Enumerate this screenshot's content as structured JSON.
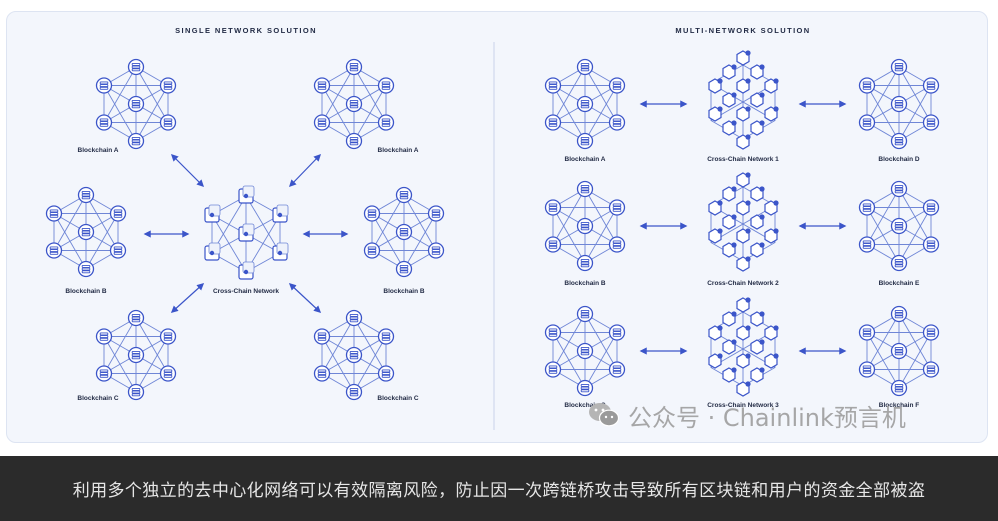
{
  "diagram": {
    "left": {
      "title": "SINGLE NETWORK SOLUTION",
      "labels": {
        "a1": "Blockchain A",
        "a2": "Blockchain A",
        "b1": "Blockchain B",
        "ccn": "Cross-Chain Network",
        "b2": "Blockchain B",
        "c1": "Blockchain C",
        "c2": "Blockchain C"
      }
    },
    "right": {
      "title": "MULTI-NETWORK SOLUTION",
      "rows": [
        {
          "left": "Blockchain A",
          "middle": "Cross-Chain Network 1",
          "right": "Blockchain D"
        },
        {
          "left": "Blockchain B",
          "middle": "Cross-Chain Network 2",
          "right": "Blockchain E"
        },
        {
          "left": "Blockchain C",
          "middle": "Cross-Chain Network 3",
          "right": "Blockchain F"
        }
      ]
    }
  },
  "watermark": {
    "text": "公众号 · Chainlink预言机",
    "icon": "wechat-icon"
  },
  "caption": {
    "text": "利用多个独立的去中心化网络可以有效隔离风险，防止因一次跨链桥攻击导致所有区块链和用户的资金全部被盗"
  },
  "colors": {
    "accent": "#3b55c9",
    "line": "#6f86d6",
    "panel": "#f3f6fc",
    "caption_bg": "#2b2b2b"
  }
}
